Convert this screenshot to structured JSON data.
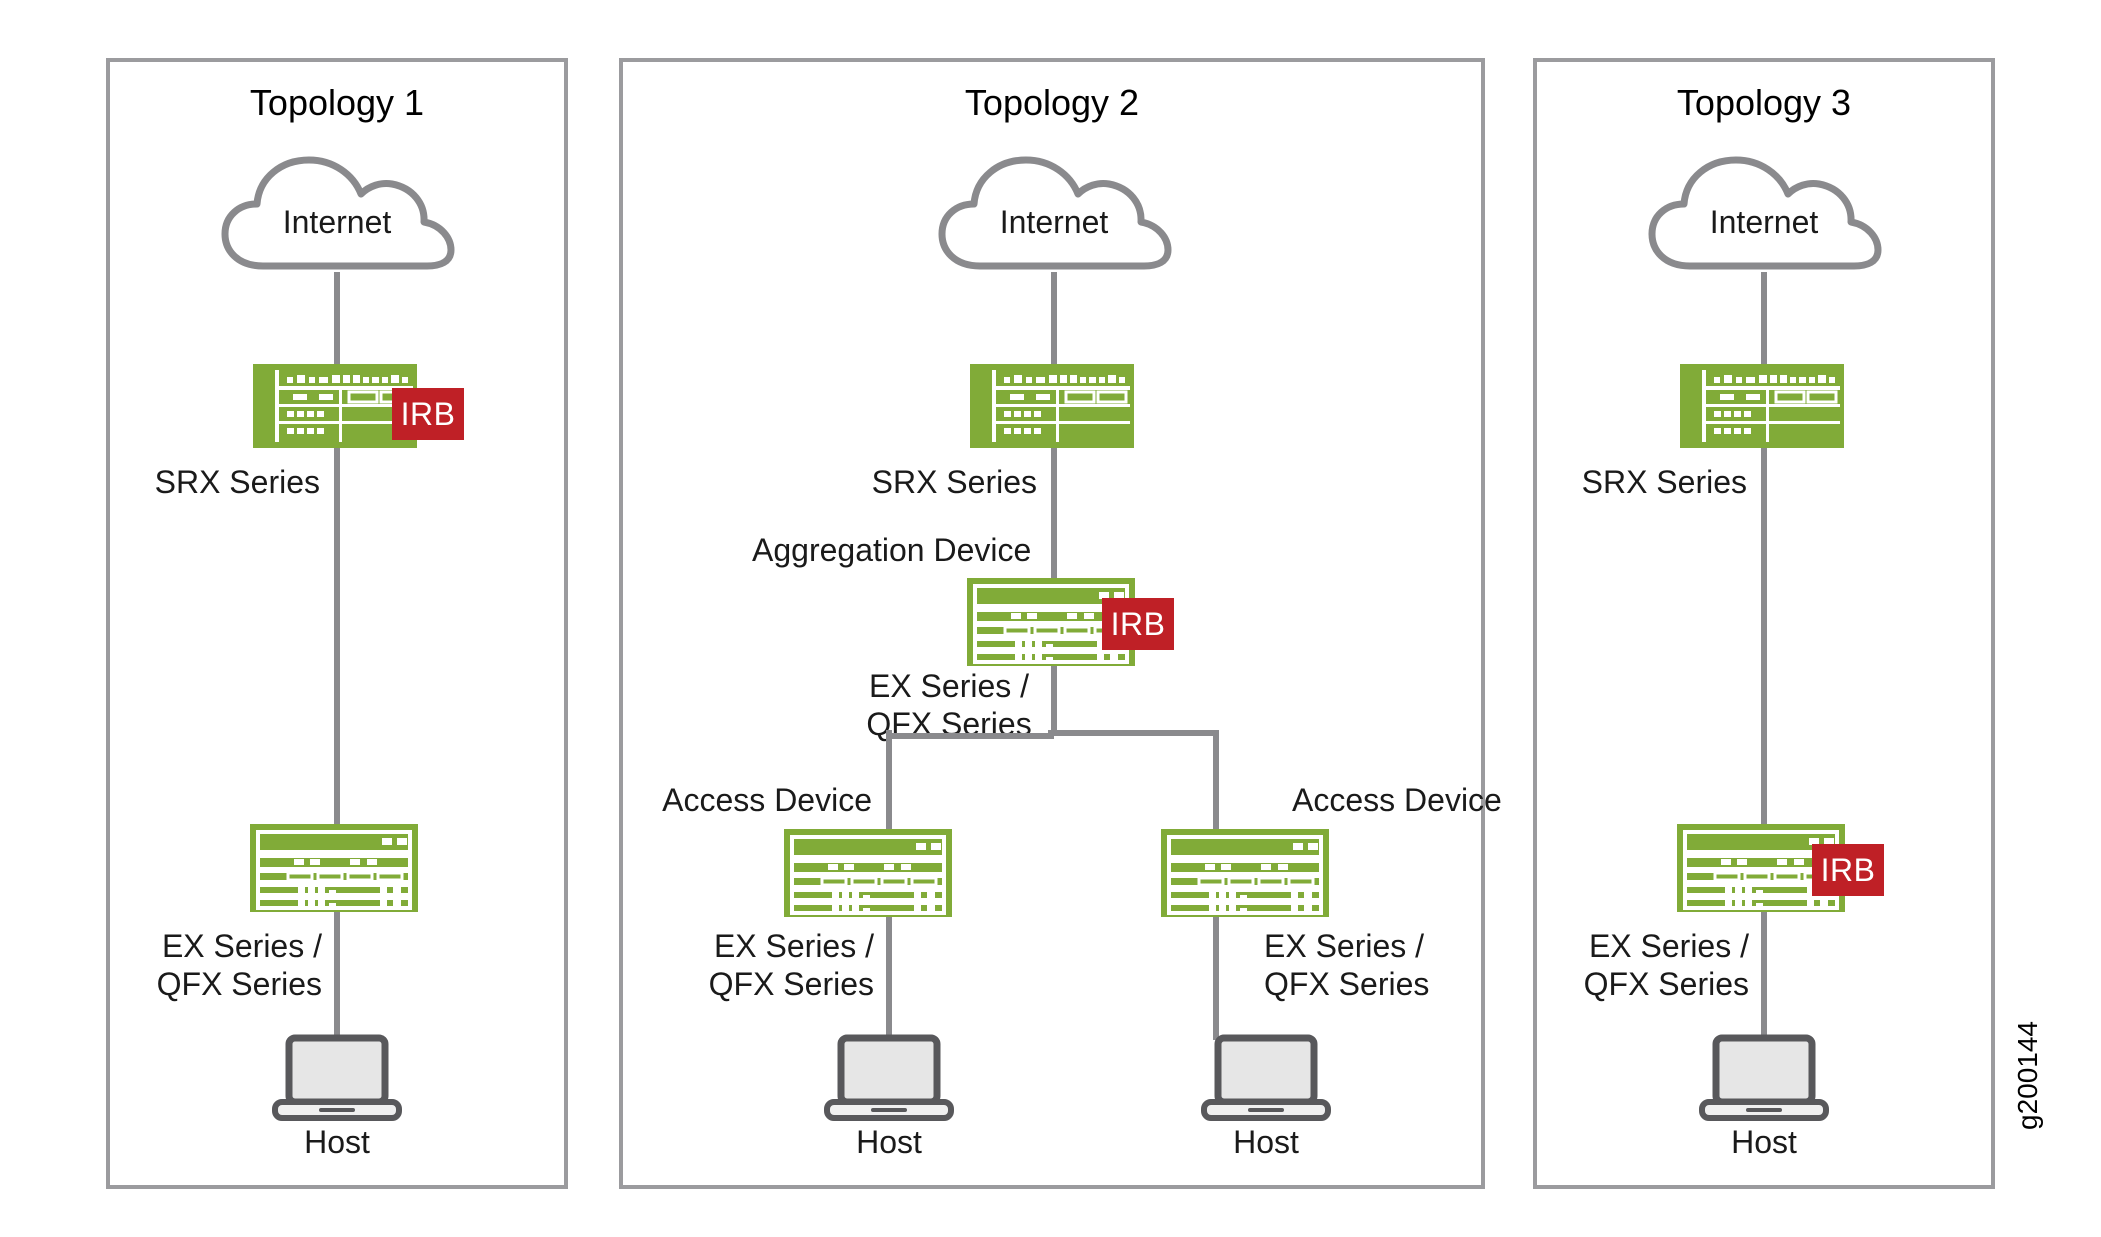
{
  "figure": {
    "id_label": "g200144",
    "background": "#ffffff",
    "colors": {
      "device_green": "#81ab38",
      "badge_red": "#bf2026",
      "line_gray": "#8a8a8d",
      "panel_border": "#9b9b9e",
      "laptop_screen": "#e6e6e6",
      "laptop_outline": "#58585b",
      "text": "#1a1a1a"
    }
  },
  "panels": [
    {
      "id": "topology-1",
      "title": "Topology 1",
      "cloud": {
        "label": "Internet"
      },
      "nodes": [
        {
          "id": "srx",
          "type": "firewall",
          "label": "SRX Series",
          "badge": "IRB"
        },
        {
          "id": "switch",
          "type": "switch",
          "label": "EX Series /\nQFX Series",
          "badge": null
        },
        {
          "id": "host",
          "type": "laptop",
          "label": "Host",
          "badge": null
        }
      ]
    },
    {
      "id": "topology-2",
      "title": "Topology 2",
      "cloud": {
        "label": "Internet"
      },
      "nodes": [
        {
          "id": "srx",
          "type": "firewall",
          "label": "SRX Series",
          "badge": null
        },
        {
          "id": "agg",
          "type": "switch",
          "role": "Aggregation Device",
          "label": "EX Series /\nQFX Series",
          "badge": "IRB"
        },
        {
          "id": "access-left",
          "type": "switch",
          "role": "Access Device",
          "label": "EX Series /\nQFX Series",
          "badge": null
        },
        {
          "id": "access-right",
          "type": "switch",
          "role": "Access Device",
          "label": "EX Series /\nQFX Series",
          "badge": null
        },
        {
          "id": "host-left",
          "type": "laptop",
          "label": "Host",
          "badge": null
        },
        {
          "id": "host-right",
          "type": "laptop",
          "label": "Host",
          "badge": null
        }
      ]
    },
    {
      "id": "topology-3",
      "title": "Topology 3",
      "cloud": {
        "label": "Internet"
      },
      "nodes": [
        {
          "id": "srx",
          "type": "firewall",
          "label": "SRX Series",
          "badge": null
        },
        {
          "id": "switch",
          "type": "switch",
          "label": "EX Series /\nQFX Series",
          "badge": "IRB"
        },
        {
          "id": "host",
          "type": "laptop",
          "label": "Host",
          "badge": null
        }
      ]
    }
  ],
  "t1": {
    "title": "Topology 1",
    "internet": "Internet",
    "srx_label": "SRX Series",
    "irb": "IRB",
    "sw_line1": "EX Series /",
    "sw_line2": "QFX Series",
    "host": "Host"
  },
  "t2": {
    "title": "Topology 2",
    "internet": "Internet",
    "srx_label": "SRX Series",
    "agg_role": "Aggregation Device",
    "irb": "IRB",
    "agg_line1": "EX Series /",
    "agg_line2": "QFX Series",
    "access_left_role": "Access Device",
    "access_right_role": "Access Device",
    "acc_l_line1": "EX Series /",
    "acc_l_line2": "QFX Series",
    "acc_r_line1": "EX Series /",
    "acc_r_line2": "QFX Series",
    "host_left": "Host",
    "host_right": "Host"
  },
  "t3": {
    "title": "Topology 3",
    "internet": "Internet",
    "srx_label": "SRX Series",
    "irb": "IRB",
    "sw_line1": "EX Series /",
    "sw_line2": "QFX Series",
    "host": "Host"
  }
}
